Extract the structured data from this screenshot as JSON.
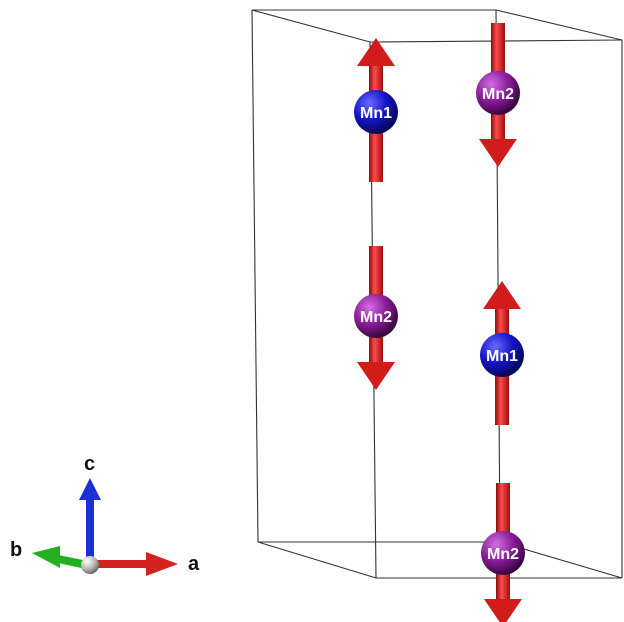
{
  "axes": {
    "a": {
      "label": "a",
      "color": "#d42020"
    },
    "b": {
      "label": "b",
      "color": "#22b022"
    },
    "c": {
      "label": "c",
      "color": "#1c2fd6"
    }
  },
  "atoms": [
    {
      "id": "top-left",
      "label": "Mn1",
      "species": "Mn1",
      "spin": "up"
    },
    {
      "id": "top-right",
      "label": "Mn2",
      "species": "Mn2",
      "spin": "down"
    },
    {
      "id": "middle-left",
      "label": "Mn2",
      "species": "Mn2",
      "spin": "down"
    },
    {
      "id": "middle-right",
      "label": "Mn1",
      "species": "Mn1",
      "spin": "up"
    },
    {
      "id": "bottom-right",
      "label": "Mn2",
      "species": "Mn2",
      "spin": "down"
    }
  ],
  "colors": {
    "Mn1": "#1414c8",
    "Mn2": "#8a1c9a",
    "spin_arrow": "#d21c1c",
    "origin": "#b8b8b8"
  }
}
